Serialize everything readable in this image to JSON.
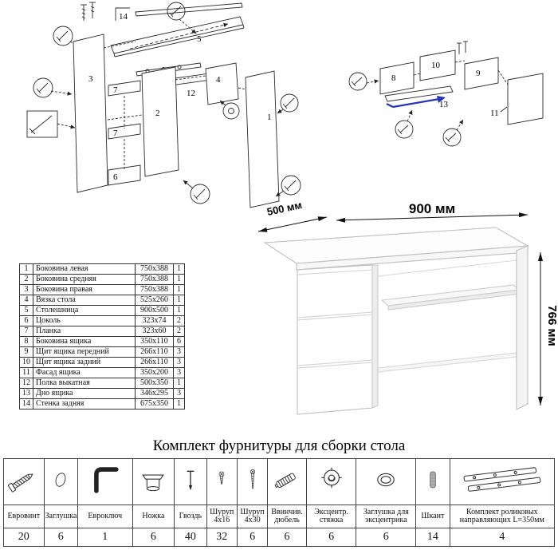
{
  "title": "Комплект фурнитуры для сборки стола",
  "dimensions": {
    "width": "900 мм",
    "depth": "500 мм",
    "height": "766 мм"
  },
  "parts": [
    {
      "num": "1",
      "name": "Боковина левая",
      "size": "750x388",
      "qty": "1"
    },
    {
      "num": "2",
      "name": "Боковина средняя",
      "size": "750x388",
      "qty": "1"
    },
    {
      "num": "3",
      "name": "Боковина правая",
      "size": "750x388",
      "qty": "1"
    },
    {
      "num": "4",
      "name": "Вязка стола",
      "size": "525x260",
      "qty": "1"
    },
    {
      "num": "5",
      "name": "Столешница",
      "size": "900x500",
      "qty": "1"
    },
    {
      "num": "6",
      "name": "Цоколь",
      "size": "323x74",
      "qty": "2"
    },
    {
      "num": "7",
      "name": "Планка",
      "size": "323x60",
      "qty": "2"
    },
    {
      "num": "8",
      "name": "Боковина ящика",
      "size": "350x110",
      "qty": "6"
    },
    {
      "num": "9",
      "name": "Щит ящика передний",
      "size": "266x110",
      "qty": "3"
    },
    {
      "num": "10",
      "name": "Щит ящика задний",
      "size": "266x110",
      "qty": "3"
    },
    {
      "num": "11",
      "name": "Фасад ящика",
      "size": "350x200",
      "qty": "3"
    },
    {
      "num": "12",
      "name": "Полка выкатная",
      "size": "500x350",
      "qty": "1"
    },
    {
      "num": "13",
      "name": "Дно ящика",
      "size": "346x295",
      "qty": "3"
    },
    {
      "num": "14",
      "name": "Стенка задняя",
      "size": "675x350",
      "qty": "1"
    }
  ],
  "hardware": [
    {
      "name": "Евровинт",
      "qty": "20"
    },
    {
      "name": "Заглушка",
      "qty": "6"
    },
    {
      "name": "Евроключ",
      "qty": "1"
    },
    {
      "name": "Ножка",
      "qty": "6"
    },
    {
      "name": "Гвоздь",
      "qty": "40"
    },
    {
      "name": "Шуруп 4х16",
      "qty": "32"
    },
    {
      "name": "Шуруп 4х30",
      "qty": "6"
    },
    {
      "name": "Ввинчив. дюбель",
      "qty": "6"
    },
    {
      "name": "Эксцентр. стяжка",
      "qty": "6"
    },
    {
      "name": "Заглушка для эксцентрика",
      "qty": "6"
    },
    {
      "name": "Шкант",
      "qty": "14"
    },
    {
      "name": "Комплект роликовых направляющих L=350мм",
      "qty": "4"
    }
  ],
  "diagram_left_labels": [
    "14",
    "5",
    "3",
    "7",
    "7",
    "6",
    "2",
    "12",
    "4",
    "1"
  ],
  "diagram_right_labels": [
    "8",
    "10",
    "9",
    "13",
    "11"
  ]
}
